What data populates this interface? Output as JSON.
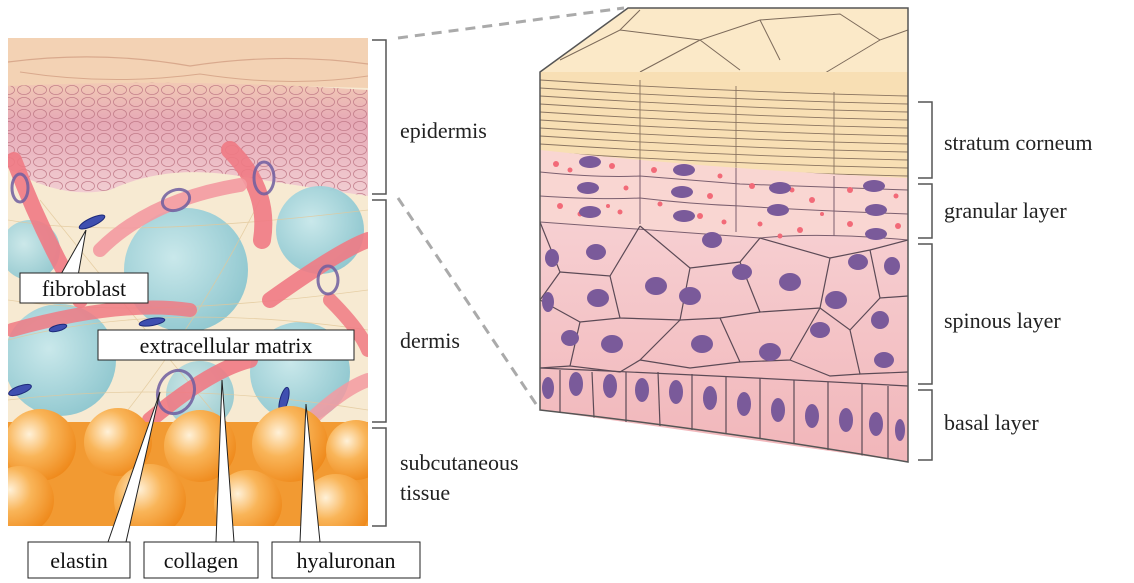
{
  "labels": {
    "epidermis": "epidermis",
    "dermis": "dermis",
    "subcutaneous_line1": "subcutaneous",
    "subcutaneous_line2": "tissue",
    "stratum_corneum": "stratum corneum",
    "granular_layer": "granular layer",
    "spinous_layer": "spinous layer",
    "basal_layer": "basal layer"
  },
  "callouts": {
    "fibroblast": "fibroblast",
    "extracellular_matrix": "extracellular matrix",
    "elastin": "elastin",
    "collagen": "collagen",
    "hyaluronan": "hyaluronan"
  },
  "colors": {
    "epidermis_pink": "#e8b4be",
    "dermis_cream": "#f6e6c8",
    "hyaluronan_blue": "#a9d8df",
    "collagen_red": "#f07a84",
    "fat_orange": "#f5a03a",
    "corneum_tan": "#f8dfb4",
    "granule_red": "#f26a78",
    "nucleus_purple": "#7a5a9a",
    "cell_pink": "#f6cfd3"
  }
}
